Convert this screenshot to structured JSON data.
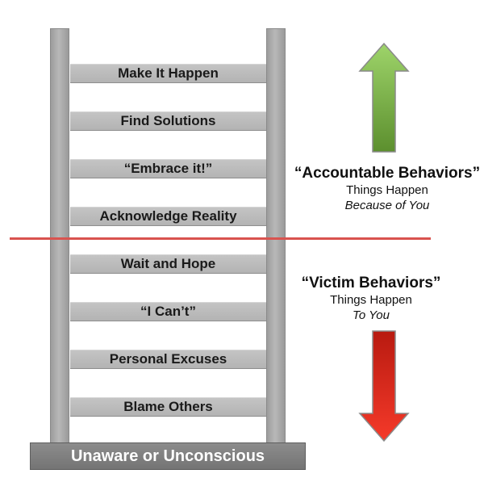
{
  "ladder": {
    "rungs": [
      "Make It Happen",
      "Find Solutions",
      "“Embrace it!”",
      "Acknowledge Reality",
      "Wait and Hope",
      "“I Can’t”",
      "Personal Excuses",
      "Blame Others"
    ],
    "base": "Unaware or Unconscious"
  },
  "accountable": {
    "title": "“Accountable Behaviors”",
    "line1": "Things Happen",
    "line2": "Because of You",
    "arrow_color": "#7ab648"
  },
  "victim": {
    "title": "“Victim Behaviors”",
    "line1": "Things Happen",
    "line2": "To You",
    "arrow_color": "#e02a1c"
  },
  "divider_color": "#d9534f"
}
